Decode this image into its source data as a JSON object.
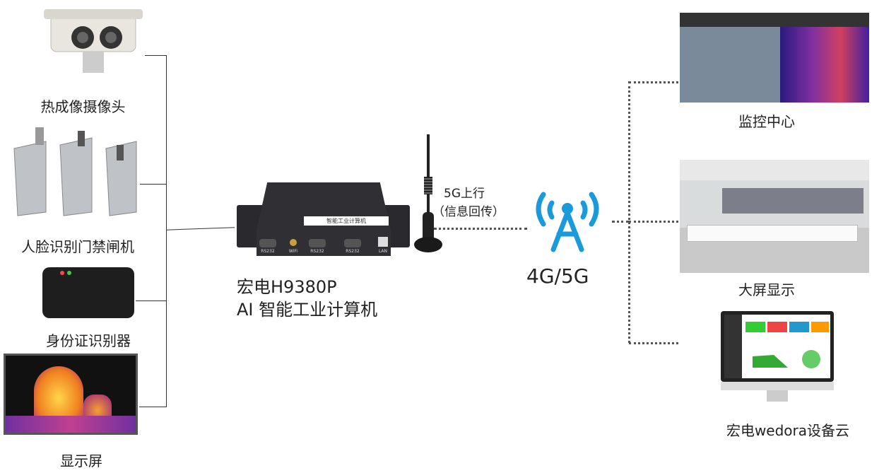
{
  "inputs": [
    {
      "label": "热成像摄像头",
      "icon": "thermal-camera"
    },
    {
      "label": "人脸识别门禁闸机",
      "icon": "face-recognition-gate"
    },
    {
      "label": "身份证识别器",
      "icon": "id-card-reader"
    },
    {
      "label": "显示屏",
      "icon": "thermal-display"
    }
  ],
  "device": {
    "name": "宏电H9380P",
    "subtitle": "AI 智能工业计算机",
    "ports": [
      "RS232",
      "WiFi",
      "RS232",
      "RS232",
      "LAN"
    ],
    "panel_text": "智能工业计算机"
  },
  "uplink": {
    "line1": "5G上行",
    "line2": "（信息回传）"
  },
  "network": {
    "label": "4G/5G",
    "color": "#1a9ad9"
  },
  "outputs": [
    {
      "label": "监控中心",
      "icon": "monitoring-center"
    },
    {
      "label": "大屏显示",
      "icon": "large-screen"
    },
    {
      "label": "宏电wedora设备云",
      "icon": "device-cloud"
    }
  ]
}
